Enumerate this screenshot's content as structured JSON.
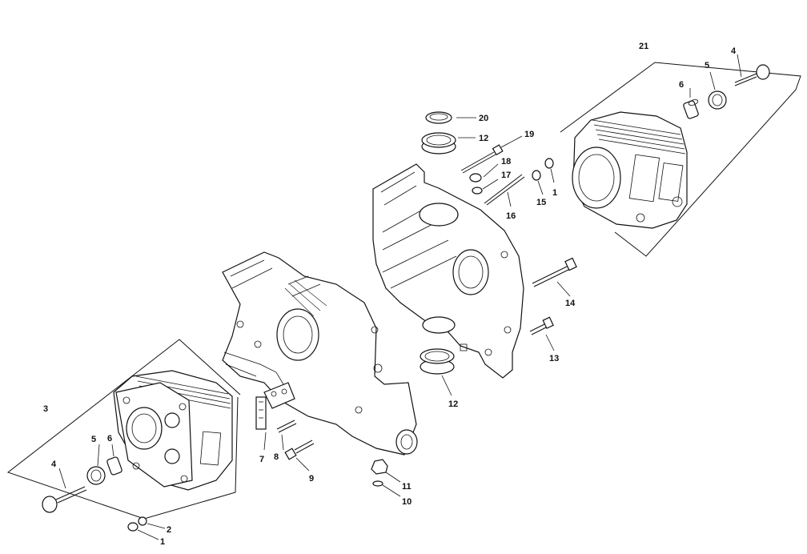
{
  "callouts": [
    {
      "id": "c21",
      "text": "21"
    },
    {
      "id": "c4r",
      "text": "4"
    },
    {
      "id": "c5r",
      "text": "5"
    },
    {
      "id": "c6r",
      "text": "6"
    },
    {
      "id": "c20",
      "text": "20"
    },
    {
      "id": "c12t",
      "text": "12"
    },
    {
      "id": "c19",
      "text": "19"
    },
    {
      "id": "c18",
      "text": "18"
    },
    {
      "id": "c17",
      "text": "17"
    },
    {
      "id": "c16",
      "text": "16"
    },
    {
      "id": "c15",
      "text": "15"
    },
    {
      "id": "c1t",
      "text": "1"
    },
    {
      "id": "c14",
      "text": "14"
    },
    {
      "id": "c13",
      "text": "13"
    },
    {
      "id": "c12b",
      "text": "12"
    },
    {
      "id": "c3",
      "text": "3"
    },
    {
      "id": "c5l",
      "text": "5"
    },
    {
      "id": "c6l",
      "text": "6"
    },
    {
      "id": "c4l",
      "text": "4"
    },
    {
      "id": "c7",
      "text": "7"
    },
    {
      "id": "c8",
      "text": "8"
    },
    {
      "id": "c9",
      "text": "9"
    },
    {
      "id": "c11",
      "text": "11"
    },
    {
      "id": "c10",
      "text": "10"
    },
    {
      "id": "c2",
      "text": "2"
    },
    {
      "id": "c1b",
      "text": "1"
    }
  ]
}
